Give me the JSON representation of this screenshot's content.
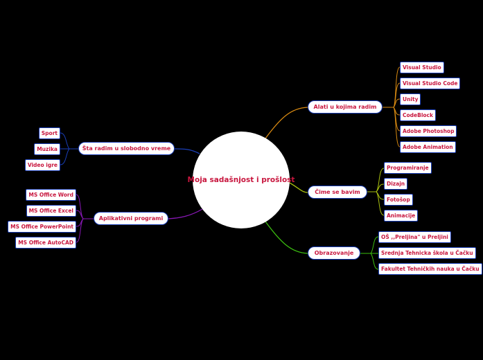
{
  "central": {
    "label": "Moja sadašnjost i prošlost"
  },
  "colors": {
    "text": "#c8163e",
    "border": "#1b3fb8",
    "branch_alati": "#d98a12",
    "branch_cime": "#a8c010",
    "branch_obrazovanje": "#3cbf10",
    "branch_sta": "#1b3fb8",
    "branch_aplikativni": "#8a18b8"
  },
  "branches": [
    {
      "label": "Alati u kojima radim",
      "side": "right",
      "children": [
        "Visual Studio",
        "Visual Studio Code",
        "Unity",
        "CodeBlock",
        "Adobe Photoshop",
        "Adobe Animation"
      ]
    },
    {
      "label": "Čime se bavim",
      "side": "right",
      "children": [
        "Programiranje",
        "Dizajn",
        "Fotošop",
        "Animacije"
      ]
    },
    {
      "label": "Obrazovanje",
      "side": "right",
      "children": [
        "OŠ ,,Preljina\" u Preljini",
        "Srednja Tehnicka škola u Čačku",
        "Fakultet Tehničkih nauka u Čačku"
      ]
    },
    {
      "label": "Šta radim u slobodno vreme",
      "side": "left",
      "children": [
        "Sport",
        "Muzika",
        "Video igre"
      ]
    },
    {
      "label": "Aplikativni programi",
      "side": "left",
      "children": [
        "MS Office Word",
        "MS Office Excel",
        "MS Office PowerPoint",
        "MS Office AutoCAD"
      ]
    }
  ]
}
